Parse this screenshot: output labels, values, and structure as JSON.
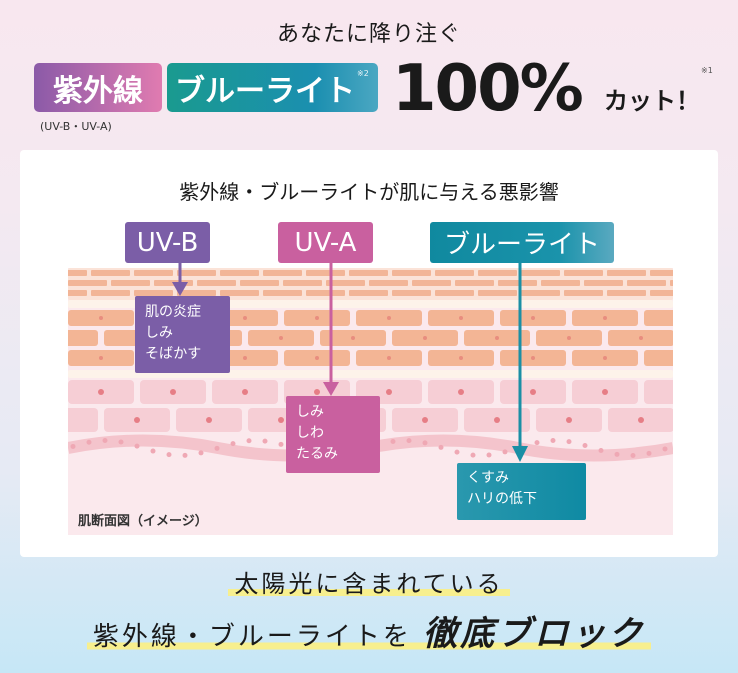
{
  "header": {
    "lead": "あなたに降り注ぐ",
    "badge_uv": "紫外線",
    "badge_blue": "ブルーライト",
    "note2": "※2",
    "uv_sub": "(UV-B・UV-A)",
    "percent": "100%",
    "cut": "カット！",
    "note1": "※1"
  },
  "diagram": {
    "title": "紫外線・ブルーライトが肌に与える悪影響",
    "caption": "肌断面図（イメージ）",
    "rays": [
      {
        "label": "UV-B",
        "effects": [
          "肌の炎症",
          "しみ",
          "そばかす"
        ],
        "color": "#7b5ea7"
      },
      {
        "label": "UV-A",
        "effects": [
          "しみ",
          "しわ",
          "たるみ"
        ],
        "color": "#c9609f"
      },
      {
        "label": "ブルーライト",
        "effects": [
          "くすみ",
          "ハリの低下"
        ],
        "color": "#1a8fa5"
      }
    ]
  },
  "footer": {
    "line1": "太陽光に含まれている",
    "line2_prefix": "紫外線・ブルーライトを",
    "line2_emph": "徹底ブロック"
  }
}
